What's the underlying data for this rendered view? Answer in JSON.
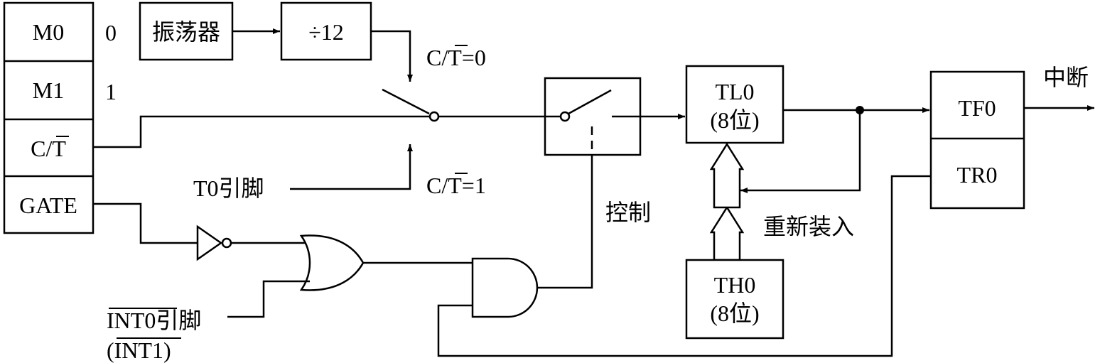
{
  "mode_register": {
    "m0": "M0",
    "m0_value": "0",
    "m1": "M1",
    "m1_value": "1",
    "ct_prefix": "C/",
    "ct_bar": "T",
    "gate": "GATE"
  },
  "oscillator": "振荡器",
  "divider": "÷12",
  "ct_zero": {
    "prefix": "C/",
    "bar": "T",
    "suffix": "=0"
  },
  "ct_one": {
    "prefix": "C/",
    "bar": "T",
    "suffix": "=1"
  },
  "t0_pin": "T0引脚",
  "control": "控制",
  "tl0": {
    "name": "TL0",
    "bits": "(8位)"
  },
  "th0": {
    "name": "TH0",
    "bits": "(8位)"
  },
  "reload": "重新装入",
  "tf0": "TF0",
  "tr0": "TR0",
  "interrupt": "中断",
  "int0": {
    "bar": "INT0",
    "suffix": "引脚"
  },
  "int1": {
    "open": "(",
    "bar": "INT1",
    "close": ")"
  }
}
